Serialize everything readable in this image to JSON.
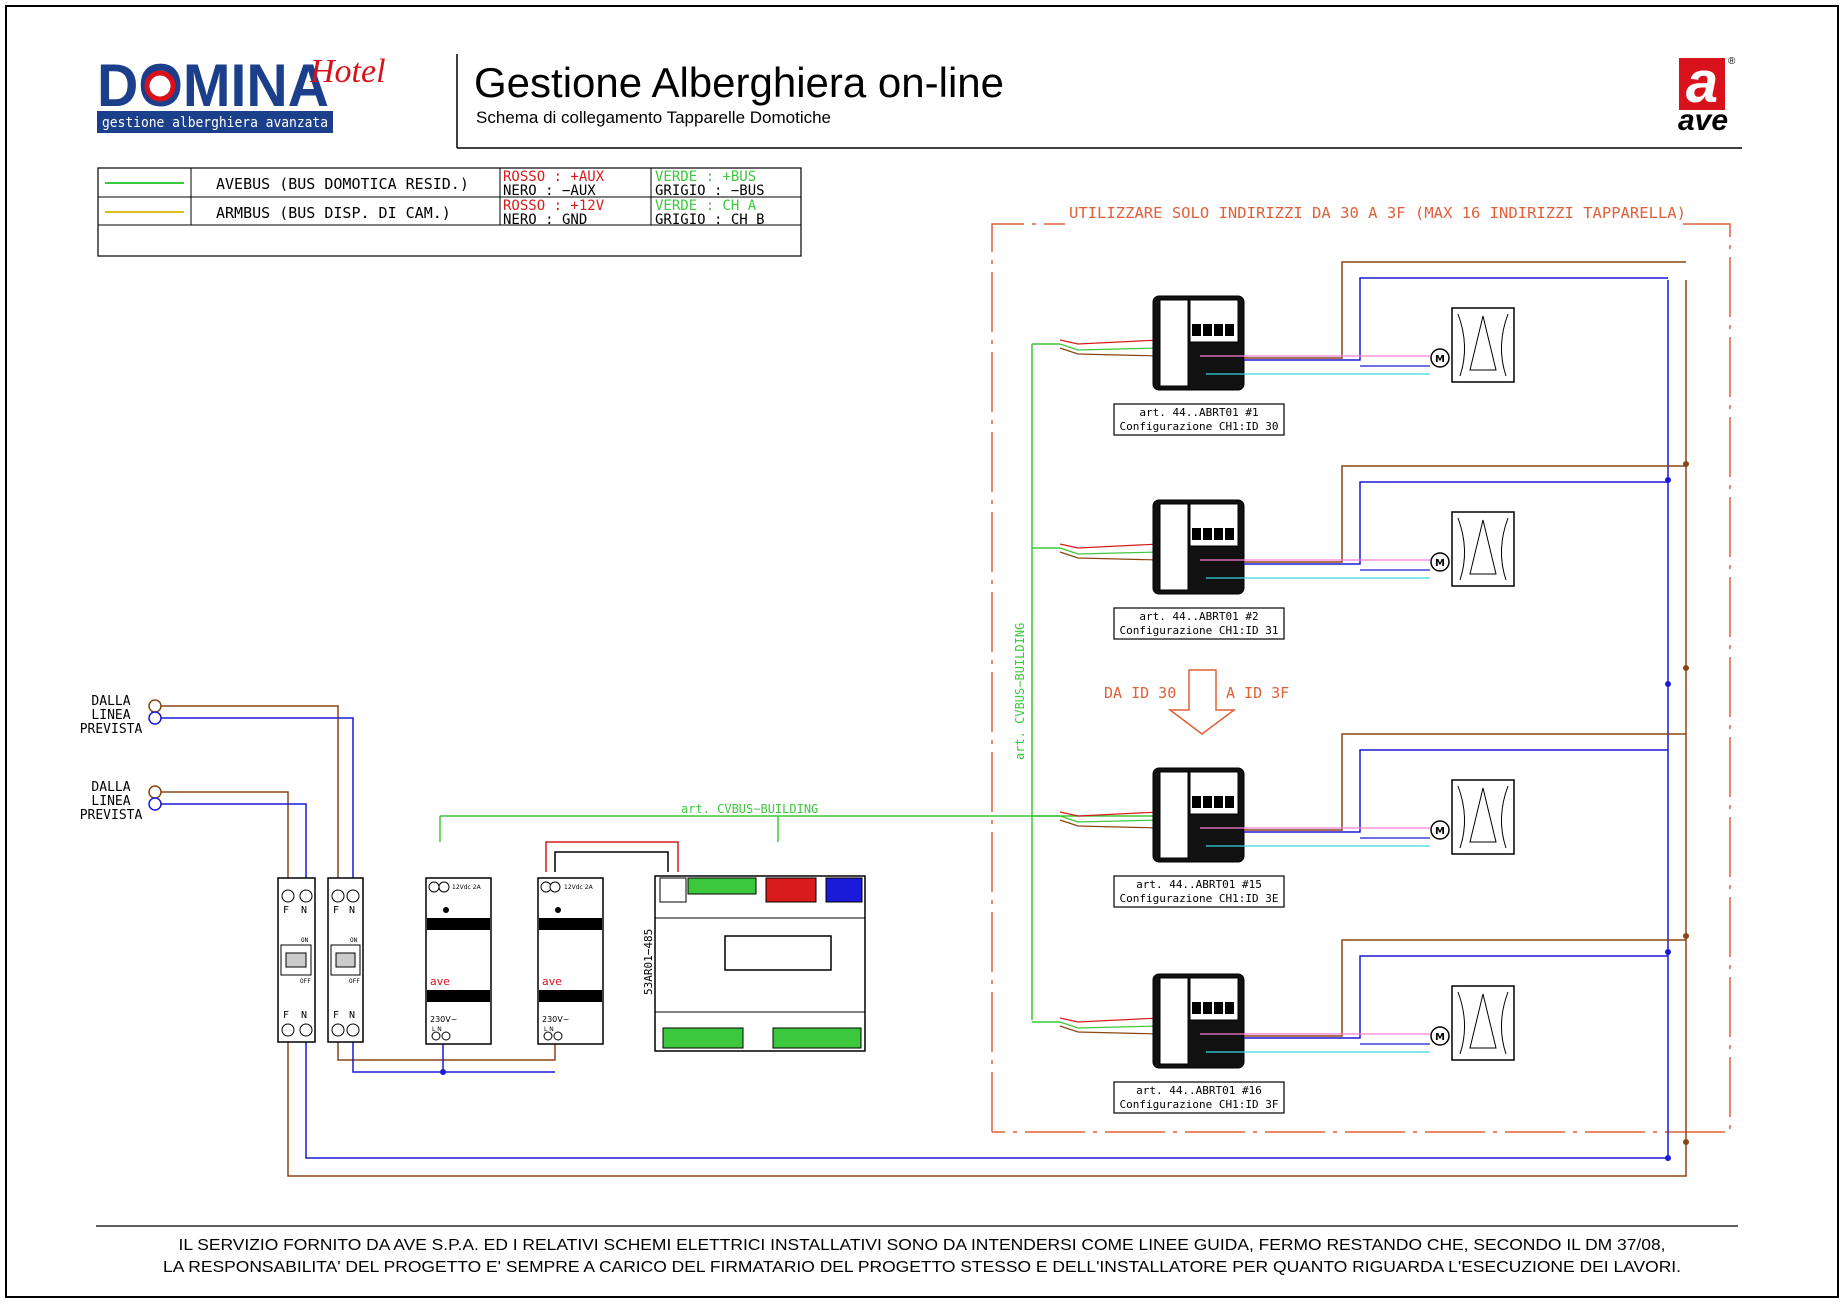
{
  "header": {
    "brand": "DOMINA",
    "brand_script": "Hotel",
    "brand_tagline": "gestione alberghiera avanzata",
    "title": "Gestione Alberghiera on-line",
    "subtitle": "Schema di collegamento Tapparelle Domotiche",
    "logo_letter": "a",
    "logo_text": "ave",
    "logo_mark": "®"
  },
  "legend": {
    "rows": [
      {
        "name": "AVEBUS (BUS DOMOTICA RESID.)",
        "line_color": "#3cc83c",
        "a1": "ROSSO  :  +AUX",
        "a2": "NERO   :  −AUX",
        "b1": "VERDE  :  +BUS",
        "b2": "GRIGIO :  −BUS"
      },
      {
        "name": "ARMBUS (BUS DISP. DI CAM.)",
        "line_color": "#e0c020",
        "a1": "ROSSO  :  +12V",
        "a2": "NERO   :  GND",
        "b1": "VERDE  :  CH  A",
        "b2": "GRIGIO :  CH  B"
      }
    ]
  },
  "zone_note": "UTILIZZARE  SOLO  INDIRIZZI  DA  30  A  3F  (MAX  16  INDIRIZZI  TAPPARELLA)",
  "bus_label_vertical": "art.  CVBUS−BUILDING",
  "bus_label_horizontal": "art.  CVBUS−BUILDING",
  "range_from": "DA  ID  30",
  "range_to": "A  ID  3F",
  "feeds": [
    {
      "l1": "DALLA",
      "l2": "LINEA",
      "l3": "PREVISTA"
    },
    {
      "l1": "DALLA",
      "l2": "LINEA",
      "l3": "PREVISTA"
    }
  ],
  "actuators": [
    {
      "art": "art.  44..ABRT01  #1",
      "config": "Configurazione  CH1:ID  30"
    },
    {
      "art": "art.  44..ABRT01  #2",
      "config": "Configurazione  CH1:ID  31"
    },
    {
      "art": "art.  44..ABRT01  #15",
      "config": "Configurazione  CH1:ID  3E"
    },
    {
      "art": "art.  44..ABRT01  #16",
      "config": "Configurazione  CH1:ID  3F"
    }
  ],
  "devices": {
    "breaker_labels": [
      "F",
      "N"
    ],
    "breaker_on": "ON",
    "breaker_off": "OFF",
    "psu_rating": "12Vdc 2A",
    "psu_input": "230V~",
    "psu_brand": "ave",
    "psu_ln": "L   N",
    "gateway": "53AR01−485"
  },
  "motor_symbol": "M",
  "footer": {
    "line1": "IL SERVIZIO FORNITO DA AVE S.P.A. ED I RELATIVI SCHEMI ELETTRICI INSTALLATIVI SONO DA INTENDERSI COME LINEE GUIDA, FERMO RESTANDO CHE, SECONDO IL DM 37/08,",
    "line2": "LA RESPONSABILITA' DEL PROGETTO E' SEMPRE A CARICO DEL FIRMATARIO DEL PROGETTO STESSO E DELL'INSTALLATORE PER QUANTO RIGUARDA L'ESECUZIONE DEI LAVORI."
  },
  "colors": {
    "brand_blue": "#1c3f8c",
    "brand_red": "#d8111b",
    "bus_green": "#3cc83c",
    "wire_brown": "#8b4513",
    "wire_blue": "#1a1ad8",
    "wire_cyan": "#33d6e6",
    "wire_pink": "#ff7cd8",
    "zone_orange": "#e0603a",
    "wire_red": "#d81b1b"
  }
}
